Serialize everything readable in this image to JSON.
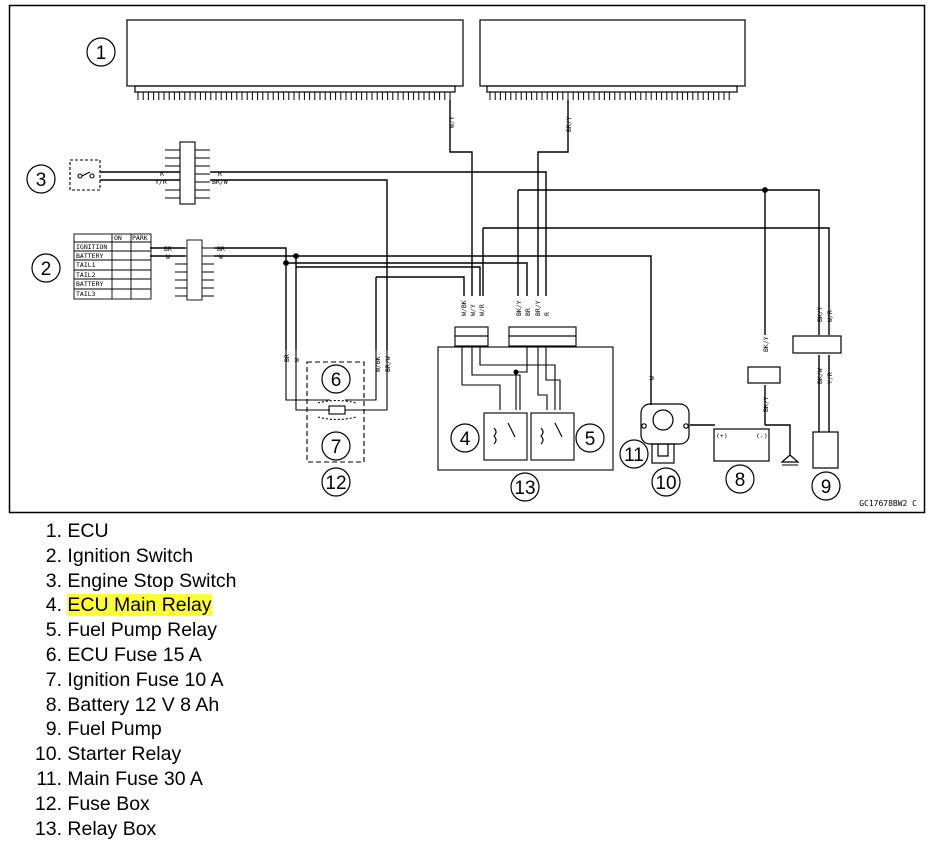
{
  "diagram": {
    "callouts": [
      "1",
      "2",
      "3",
      "4",
      "5",
      "6",
      "7",
      "8",
      "9",
      "10",
      "11",
      "12",
      "13"
    ],
    "image_code": "GC17678BW2 C",
    "ecu_wire_left": "W/Y",
    "ecu_wire_right": "BR/Y",
    "stop_switch_wires": [
      "R",
      "Y/R"
    ],
    "stop_switch_out": [
      "R",
      "BR/W"
    ],
    "ign_switch_wires": [
      "BR",
      "W"
    ],
    "ign_switch_out": [
      "BR",
      "W"
    ],
    "ign_table": {
      "headers": [
        "ON",
        "PARK"
      ],
      "rows": [
        "IGNITION",
        "BATTERY",
        "TAIL1",
        "TAIL2",
        "BATTERY",
        "TAIL3"
      ]
    },
    "relay_box_wires_left": [
      "W/BK",
      "W/Y",
      "W/R"
    ],
    "relay_box_wires_right": [
      "BK/Y",
      "BR",
      "BR/Y",
      "R"
    ],
    "fuse_box_left": [
      "BR",
      "W"
    ],
    "fuse_box_right": [
      "W/BK",
      "BR/W"
    ],
    "starter_wire": "W",
    "battery_wire_top": "BK/Y",
    "battery_wire_bottom": "BK/Y",
    "battery_terminals": [
      "(+)",
      "(-)"
    ],
    "pump_wires_top": [
      "BK/Y",
      "W/R"
    ],
    "pump_wires_bottom": [
      "BK/W",
      "Y/R"
    ]
  },
  "legend": [
    {
      "num": "1.",
      "label": "ECU"
    },
    {
      "num": "2.",
      "label": "Ignition Switch"
    },
    {
      "num": "3.",
      "label": "Engine Stop Switch"
    },
    {
      "num": "4.",
      "label": "ECU Main Relay"
    },
    {
      "num": "5.",
      "label": "Fuel Pump Relay"
    },
    {
      "num": "6.",
      "label": "ECU Fuse 15 A"
    },
    {
      "num": "7.",
      "label": "Ignition Fuse 10 A"
    },
    {
      "num": "8.",
      "label": "Battery 12 V 8 Ah"
    },
    {
      "num": "9.",
      "label": "Fuel Pump"
    },
    {
      "num": "10.",
      "label": "Starter Relay"
    },
    {
      "num": "11.",
      "label": "Main Fuse 30 A"
    },
    {
      "num": "12.",
      "label": "Fuse Box"
    },
    {
      "num": "13.",
      "label": "Relay Box"
    }
  ],
  "colors": {
    "highlight": "#ffff33",
    "line": "#000000",
    "background": "#ffffff"
  }
}
